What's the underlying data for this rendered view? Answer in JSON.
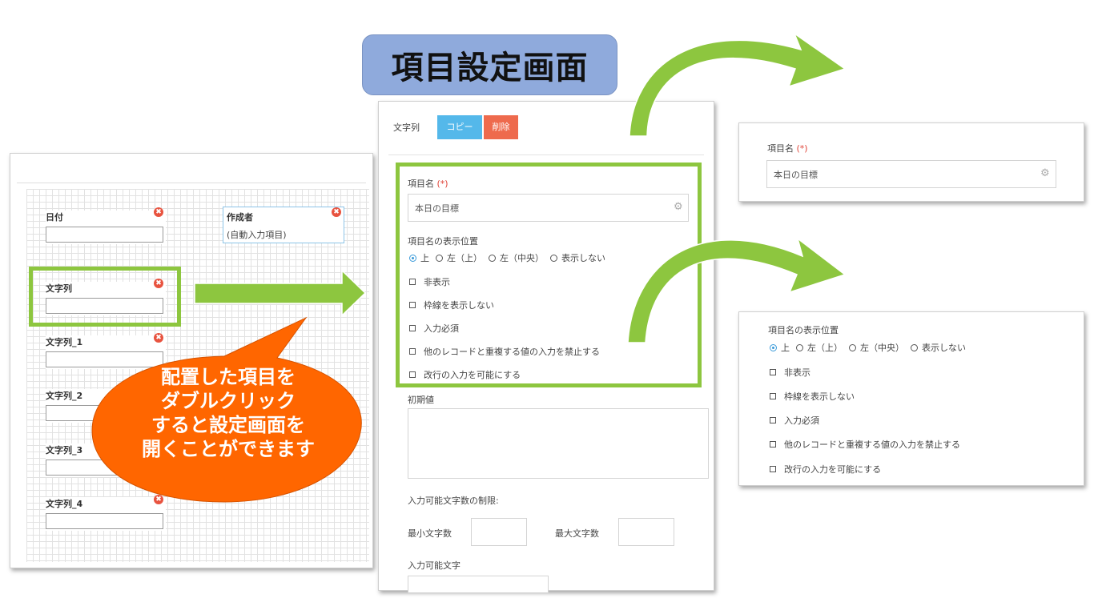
{
  "title": "項目設定画面",
  "designer": {
    "fields": [
      {
        "label": "日付"
      },
      {
        "label": "文字列"
      },
      {
        "label": "文字列_1"
      },
      {
        "label": "文字列_2"
      },
      {
        "label": "文字列_3"
      },
      {
        "label": "文字列_4"
      }
    ],
    "author": {
      "label": "作成者",
      "value": "(自動入力項目)"
    },
    "delete_glyph": "✖"
  },
  "callout": {
    "lines": [
      "配置した項目を",
      "ダブルクリック",
      "すると設定画面を",
      "開くことができます"
    ]
  },
  "settings": {
    "type_label": "文字列",
    "copy_button": "コピー",
    "delete_button": "削除",
    "item_name_label": "項目名",
    "required_mark": "(*)",
    "item_name_value": "本日の目標",
    "position_label": "項目名の表示位置",
    "position_options": [
      "上",
      "左（上）",
      "左（中央）",
      "表示しない"
    ],
    "selected_position": "上",
    "checkboxes": [
      "非表示",
      "枠線を表示しない",
      "入力必須",
      "他のレコードと重複する値の入力を禁止する",
      "改行の入力を可能にする"
    ],
    "initial_value_label": "初期値",
    "char_limit_label": "入力可能文字数の制限:",
    "min_chars_label": "最小文字数",
    "max_chars_label": "最大文字数",
    "allowed_chars_label": "入力可能文字"
  },
  "colors": {
    "highlight": "#8dc63f",
    "title_bg": "#8faadc",
    "callout": "#ff6600",
    "copy_btn": "#54b8ea",
    "delete_btn": "#ee6a4d"
  },
  "icons": {
    "gear": "gear-icon",
    "delete": "delete-circle-icon"
  }
}
